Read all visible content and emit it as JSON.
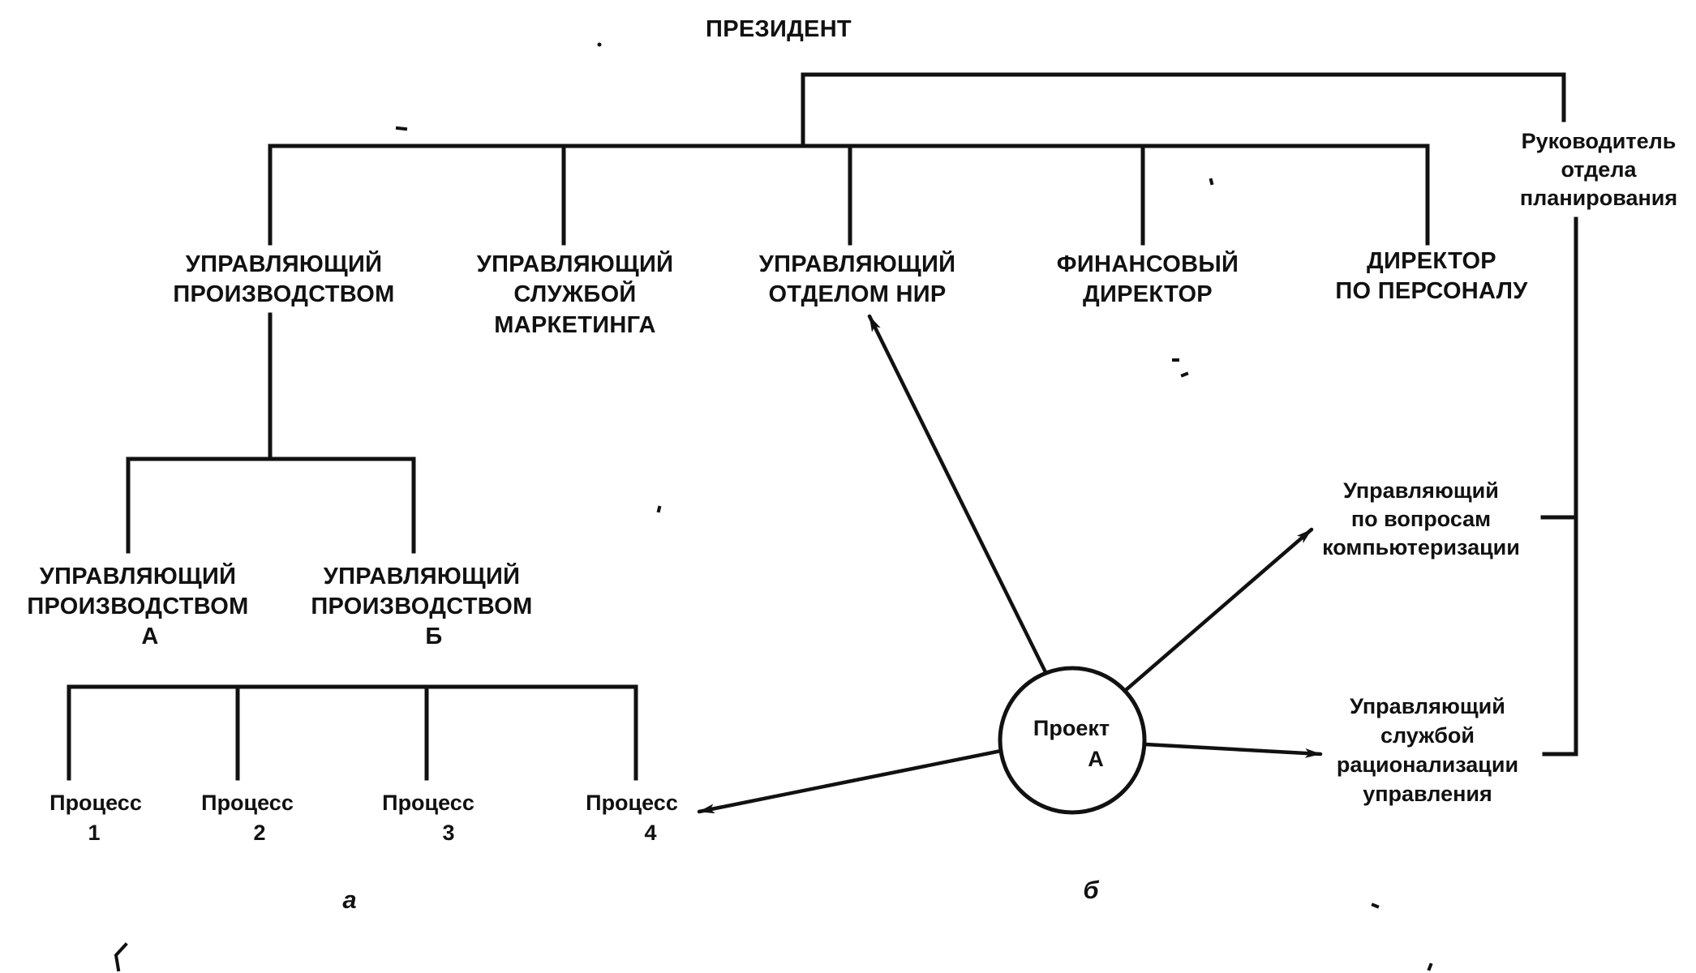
{
  "colors": {
    "ink": "#111111",
    "background": "#ffffff"
  },
  "nodes": {
    "president": "ПРЕЗИДЕНТ",
    "production_manager": [
      "УПРАВЛЯЮЩИЙ",
      "ПРОИЗВОДСТВОМ"
    ],
    "marketing_manager": [
      "УПРАВЛЯЮЩИЙ",
      "СЛУЖБОЙ",
      "МАРКЕТИНГА"
    ],
    "rnd_manager": [
      "УПРАВЛЯЮЩИЙ",
      "ОТДЕЛОМ НИР"
    ],
    "finance_director": [
      "ФИНАНСОВЫЙ",
      "ДИРЕКТОР"
    ],
    "hr_director": [
      "ДИРЕКТОР",
      "ПО ПЕРСОНАЛУ"
    ],
    "planning_head": [
      "Руководитель",
      "отдела",
      "планирования"
    ],
    "production_a": [
      "УПРАВЛЯЮЩИЙ",
      "ПРОИЗВОДСТВОМ",
      "А"
    ],
    "production_b": [
      "УПРАВЛЯЮЩИЙ",
      "ПРОИЗВОДСТВОМ",
      "Б"
    ],
    "processes": [
      {
        "label": "Процесс",
        "number": "1"
      },
      {
        "label": "Процесс",
        "number": "2"
      },
      {
        "label": "Процесс",
        "number": "3"
      },
      {
        "label": "Процесс",
        "number": "4"
      }
    ],
    "project": [
      "Проект",
      "А"
    ],
    "computerization_manager": [
      "Управляющий",
      "по вопросам",
      "компьютеризации"
    ],
    "rationalization_manager": [
      "Управляющий",
      "службой",
      "рационализации",
      "управления"
    ]
  },
  "panel_labels": {
    "left": "а",
    "right": "б"
  }
}
